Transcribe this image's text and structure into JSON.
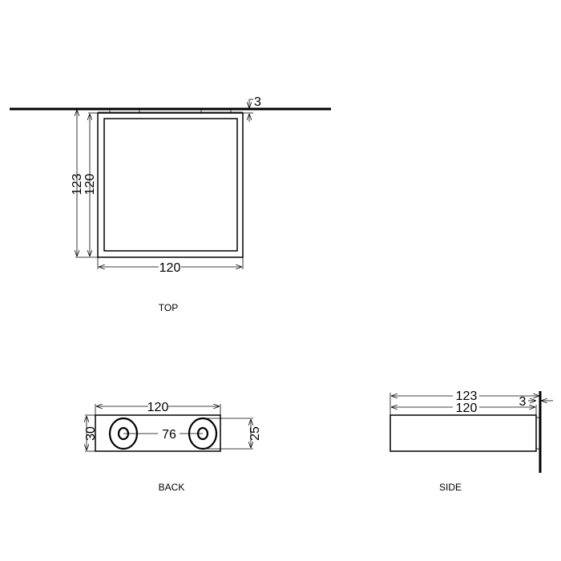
{
  "top_view": {
    "label": "TOP",
    "dim_total_depth": "123",
    "dim_depth": "120",
    "dim_width": "120",
    "dim_flange": "3"
  },
  "back_view": {
    "label": "BACK",
    "dim_width": "120",
    "dim_height": "30",
    "dim_hole_spacing": "76",
    "dim_hole_diameter": "25"
  },
  "side_view": {
    "label": "SIDE",
    "dim_total_depth": "123",
    "dim_depth": "120",
    "dim_flange": "3"
  }
}
